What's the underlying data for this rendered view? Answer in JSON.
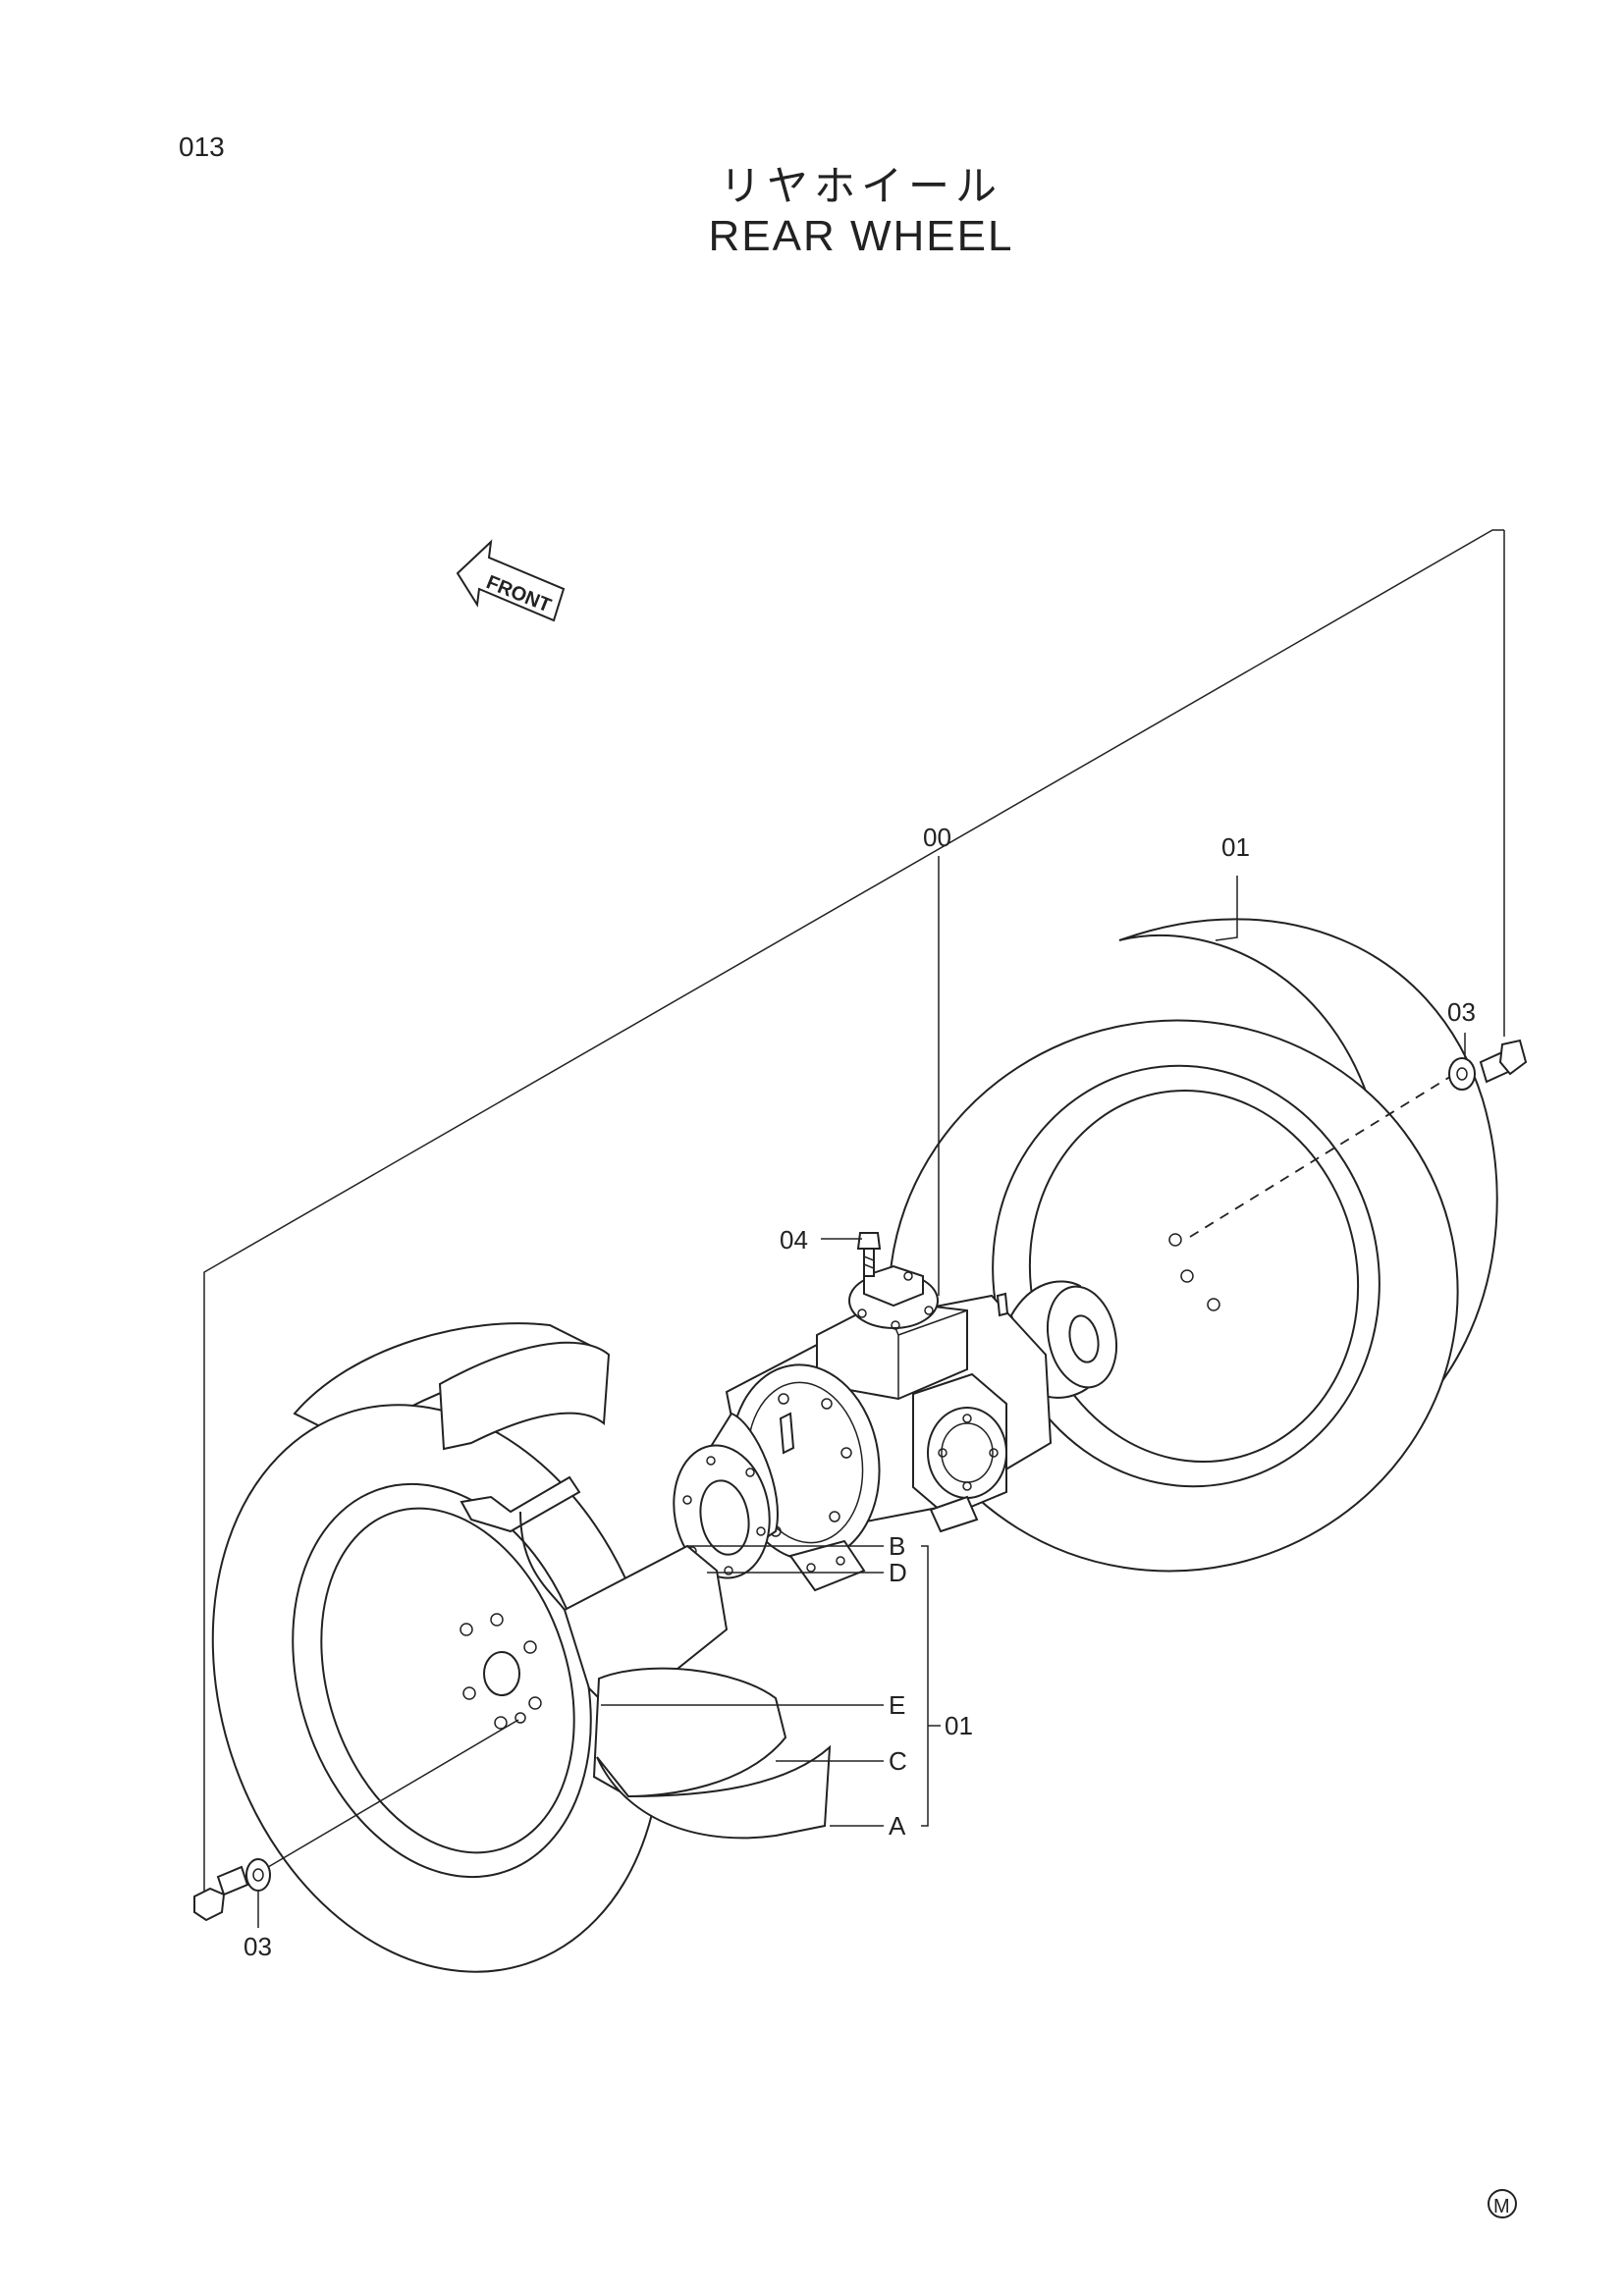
{
  "page": {
    "number": "013",
    "title_jp": "リヤホイール",
    "title_en": "REAR WHEEL"
  },
  "front_arrow": {
    "label": "FRONT"
  },
  "callouts": {
    "axle": "00",
    "tire_right": "01",
    "washer_right": "03",
    "bolt_axle": "04",
    "b": "B",
    "d": "D",
    "e": "E",
    "c": "C",
    "a": "A",
    "group": "01",
    "washer_left": "03"
  },
  "mark": {
    "symbol": "M"
  }
}
